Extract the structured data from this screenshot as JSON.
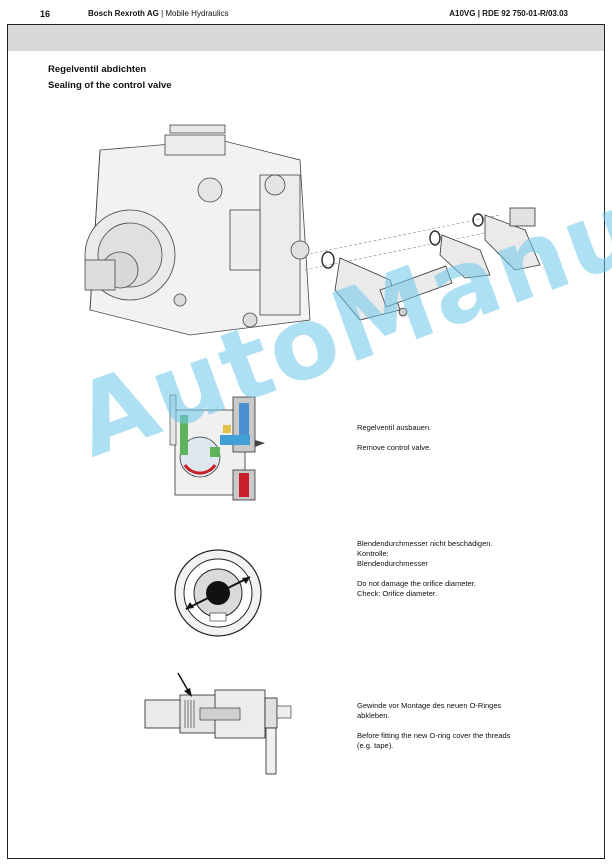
{
  "header": {
    "page_number": "16",
    "company": "Bosch Rexroth AG",
    "separator": "|",
    "division": "Mobile Hydraulics",
    "document_ref": "A10VG | RDE 92 750-01-R/03.03"
  },
  "titles": {
    "german": "Regelventil abdichten",
    "english": "Sealing of the control valve"
  },
  "steps": [
    {
      "lines": [
        "Regelventil ausbauen.",
        "",
        "Remove control valve."
      ]
    },
    {
      "lines": [
        "Blendendurchmesser nicht beschädigen.",
        "Kontrolle:",
        "Blendendurchmesser",
        "",
        "Do not damage the orifice diameter.",
        "Check: Orifice diameter."
      ]
    },
    {
      "lines": [
        "Gewinde vor Montage des neuen O-Ringes",
        "abkleben.",
        "",
        "Before fitting the new O-ring cover the threads",
        "(e.g. tape)."
      ]
    }
  ],
  "watermark": {
    "text": "AutoManual",
    "color": "#6dc8ec"
  }
}
